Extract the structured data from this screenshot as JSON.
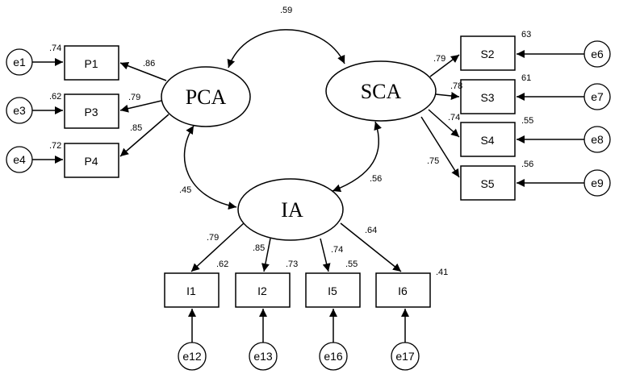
{
  "latents": {
    "pca": "PCA",
    "sca": "SCA",
    "ia": "IA"
  },
  "indicators": {
    "p1": {
      "label": "P1",
      "r2": ".74",
      "loading": ".86",
      "error": "e1"
    },
    "p3": {
      "label": "P3",
      "r2": ".62",
      "loading": ".79",
      "error": "e3"
    },
    "p4": {
      "label": "P4",
      "r2": ".72",
      "loading": ".85",
      "error": "e4"
    },
    "s2": {
      "label": "S2",
      "r2": "63",
      "loading": ".79",
      "error": "e6"
    },
    "s3": {
      "label": "S3",
      "r2": "61",
      "loading": ".78",
      "error": "e7"
    },
    "s4": {
      "label": "S4",
      "r2": ".55",
      "loading": ".74",
      "error": "e8"
    },
    "s5": {
      "label": "S5",
      "r2": ".56",
      "loading": ".75",
      "error": "e9"
    },
    "i1": {
      "label": "I1",
      "r2": ".62",
      "loading": ".79",
      "error": "e12"
    },
    "i2": {
      "label": "I2",
      "r2": ".73",
      "loading": ".85",
      "error": "e13"
    },
    "i5": {
      "label": "I5",
      "r2": ".55",
      "loading": ".74",
      "error": "e16"
    },
    "i6": {
      "label": "I6",
      "r2": ".41",
      "loading": ".64",
      "error": "e17"
    }
  },
  "correlations": {
    "pca_sca": ".59",
    "pca_ia": ".45",
    "sca_ia": ".56"
  }
}
